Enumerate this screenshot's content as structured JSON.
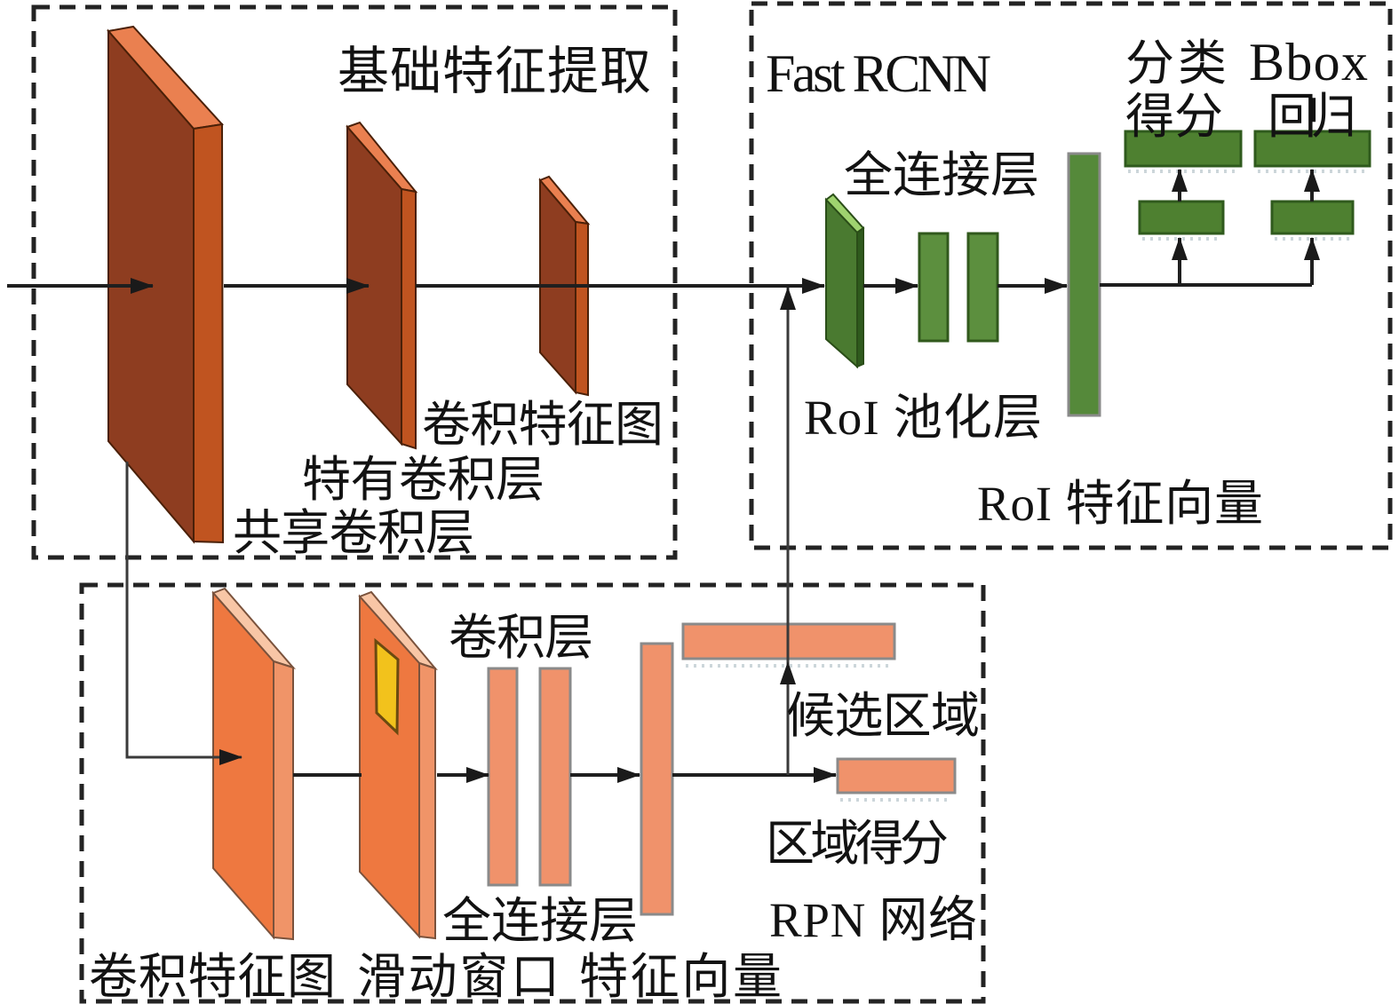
{
  "diagram": {
    "boxes": {
      "basic": {
        "title": "基础特征提取"
      },
      "fast_rcnn": {
        "title": "Fast RCNN"
      },
      "rpn": {
        "title": "RPN 网络"
      }
    },
    "labels": {
      "conv_feature_map_top": "卷积特征图",
      "specific_conv": "特有卷积层",
      "shared_conv": "共享卷积层",
      "fc_layer_fast": "全连接层",
      "cls_score_line1": "分类",
      "cls_score_line2": "得分",
      "bbox_line1": "Bbox",
      "bbox_line2": "回归",
      "roi_pooling": "RoI 池化层",
      "roi_feature_vector": "RoI 特征向量",
      "conv_layer": "卷积层",
      "proposals": "候选区域",
      "region_score": "区域得分",
      "fc_layer_rpn": "全连接层",
      "conv_feature_map_rpn": "卷积特征图",
      "sliding_window": "滑动窗口",
      "feature_vector": "特征向量"
    },
    "colors": {
      "slab_dark_front": "#8E3D20",
      "slab_dark_top": "#EA8050",
      "slab_dark_side": "#C05420",
      "slab_orange_front": "#EE7840",
      "slab_orange_top": "#F8C6A6",
      "slab_orange_side": "#F09468",
      "salmon_bar": "#F0926B",
      "yellow_window": "#F2C21C",
      "green_slab_front": "#4A7A30",
      "green_slab_top": "#9FD36F",
      "green_bar": "#5C8F3E",
      "green_box": "#4E8030",
      "tall_green_bar": "#55893A",
      "line": "#1F1F1F",
      "dashed_border": "#232323"
    }
  }
}
